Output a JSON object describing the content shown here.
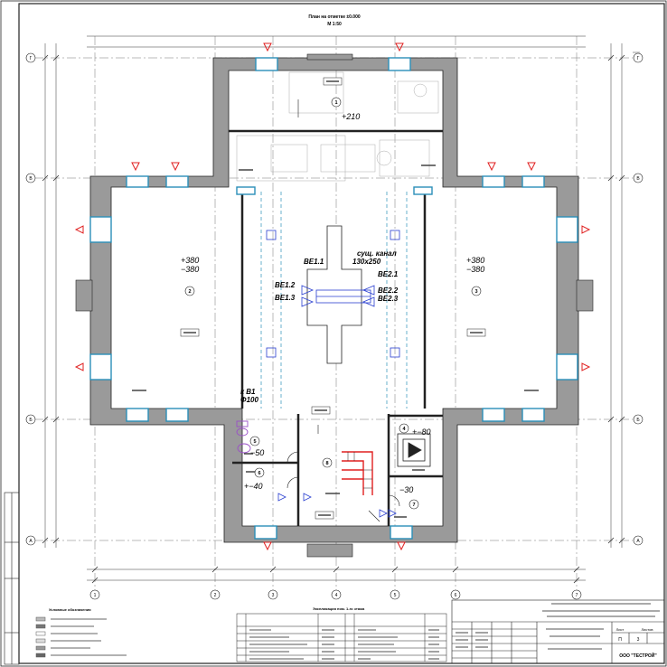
{
  "drawing": {
    "title": "План на отметке ±0.000",
    "scale": "М 1:50"
  },
  "grid": {
    "row_marks": [
      "Г",
      "В",
      "Б",
      "А"
    ],
    "col_marks": [
      "1",
      "2",
      "3",
      "4",
      "5",
      "6",
      "7"
    ]
  },
  "rooms": [
    {
      "no": "1",
      "pressure": "+210"
    },
    {
      "no": "2",
      "pressure": "+380\n−380"
    },
    {
      "no": "3",
      "pressure": "+380\n−380"
    },
    {
      "no": "4",
      "pressure": "+−80"
    },
    {
      "no": "5",
      "pressure": "−50"
    },
    {
      "no": "6",
      "pressure": "+−40"
    },
    {
      "no": "7",
      "pressure": "−30"
    },
    {
      "no": "8",
      "pressure": ""
    }
  ],
  "ventilation": {
    "duct_label": "сущ. канал",
    "duct_size": "130х250",
    "sys_left_top": "ВЕ1.1",
    "sys_left_mid": "ВЕ1.2",
    "sys_left_bot": "ВЕ1.3",
    "sys_right_top": "ВЕ2.1",
    "sys_right_mid": "ВЕ2.2",
    "sys_right_bot": "ВЕ2.3",
    "riser_label": "к В1",
    "riser_dia": "Φ100"
  },
  "legend_title": "Условные обозначения",
  "explication_title": "Экспликация пом. 1-го этажа",
  "stamp": {
    "org": "ООО \"ТЕСТРОЙ\"",
    "sheet_label": "Лист",
    "sheets_label": "Листов",
    "stage": "П",
    "sheet_no": "3"
  }
}
